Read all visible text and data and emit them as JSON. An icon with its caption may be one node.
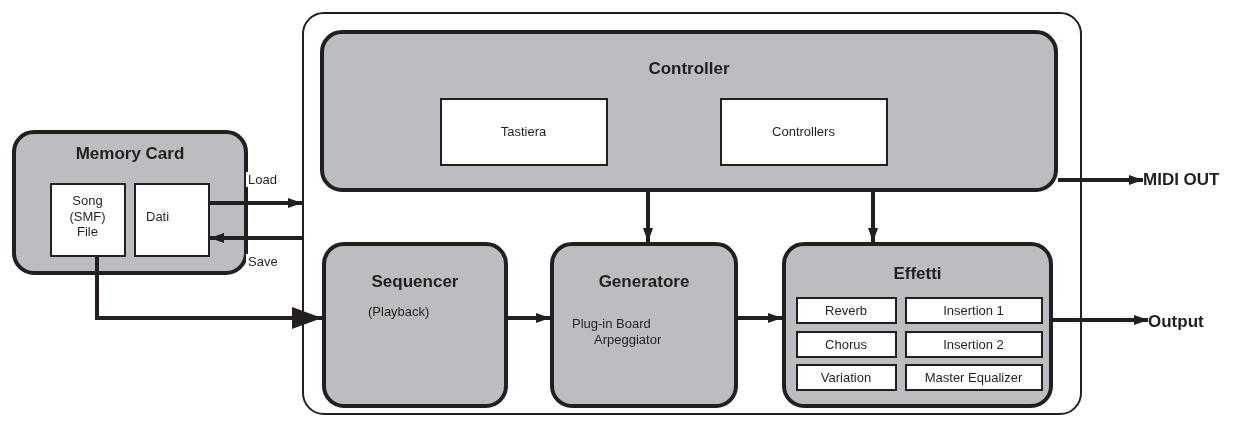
{
  "diagram": {
    "nodes": [
      {
        "text": [
          "Memory Card"
        ]
      },
      {
        "text": [
          "Song (SMF) File"
        ],
        "in": 0
      },
      {
        "text": [
          "Dati"
        ],
        "in": 0
      },
      {
        "text": [],
        "shape": "box"
      },
      {
        "text": [
          "Controller"
        ],
        "in": 3
      },
      {
        "text": [
          "Tastiera"
        ],
        "in": 4
      },
      {
        "text": [
          "Controllers"
        ],
        "in": 4
      },
      {
        "text": [
          "Sequencer",
          "(Playback)"
        ],
        "in": 3
      },
      {
        "text": [
          "Generatore",
          "Plug-in Board",
          "Arpeggiator"
        ],
        "in": 3
      },
      {
        "text": [
          "Effetti"
        ],
        "in": 3
      },
      {
        "text": [
          "Reverb"
        ],
        "in": 9
      },
      {
        "text": [
          "Insertion 1"
        ],
        "in": 9
      },
      {
        "text": [
          "Chorus"
        ],
        "in": 9
      },
      {
        "text": [
          "Insertion 2"
        ],
        "in": 9
      },
      {
        "text": [
          "Variation"
        ],
        "in": 9
      },
      {
        "text": [
          "Master Equalizer"
        ],
        "in": 9
      },
      {
        "text": [
          "MIDI OUT"
        ]
      },
      {
        "text": [
          "Output"
        ]
      }
    ],
    "edges": [
      {
        "from": 2,
        "to": 3,
        "arrow": "to",
        "label": "Load"
      },
      {
        "from": 3,
        "to": 2,
        "arrow": "to",
        "label": "Save"
      },
      {
        "from": 1,
        "to": 7,
        "arrow": "to"
      },
      {
        "from": 7,
        "to": 8,
        "arrow": "to"
      },
      {
        "from": 8,
        "to": 9,
        "arrow": "to"
      },
      {
        "from": 4,
        "to": 8,
        "arrow": "to"
      },
      {
        "from": 4,
        "to": 9,
        "arrow": "to"
      },
      {
        "from": 4,
        "to": 16,
        "arrow": "to"
      },
      {
        "from": 9,
        "to": 17,
        "arrow": "to"
      }
    ]
  }
}
